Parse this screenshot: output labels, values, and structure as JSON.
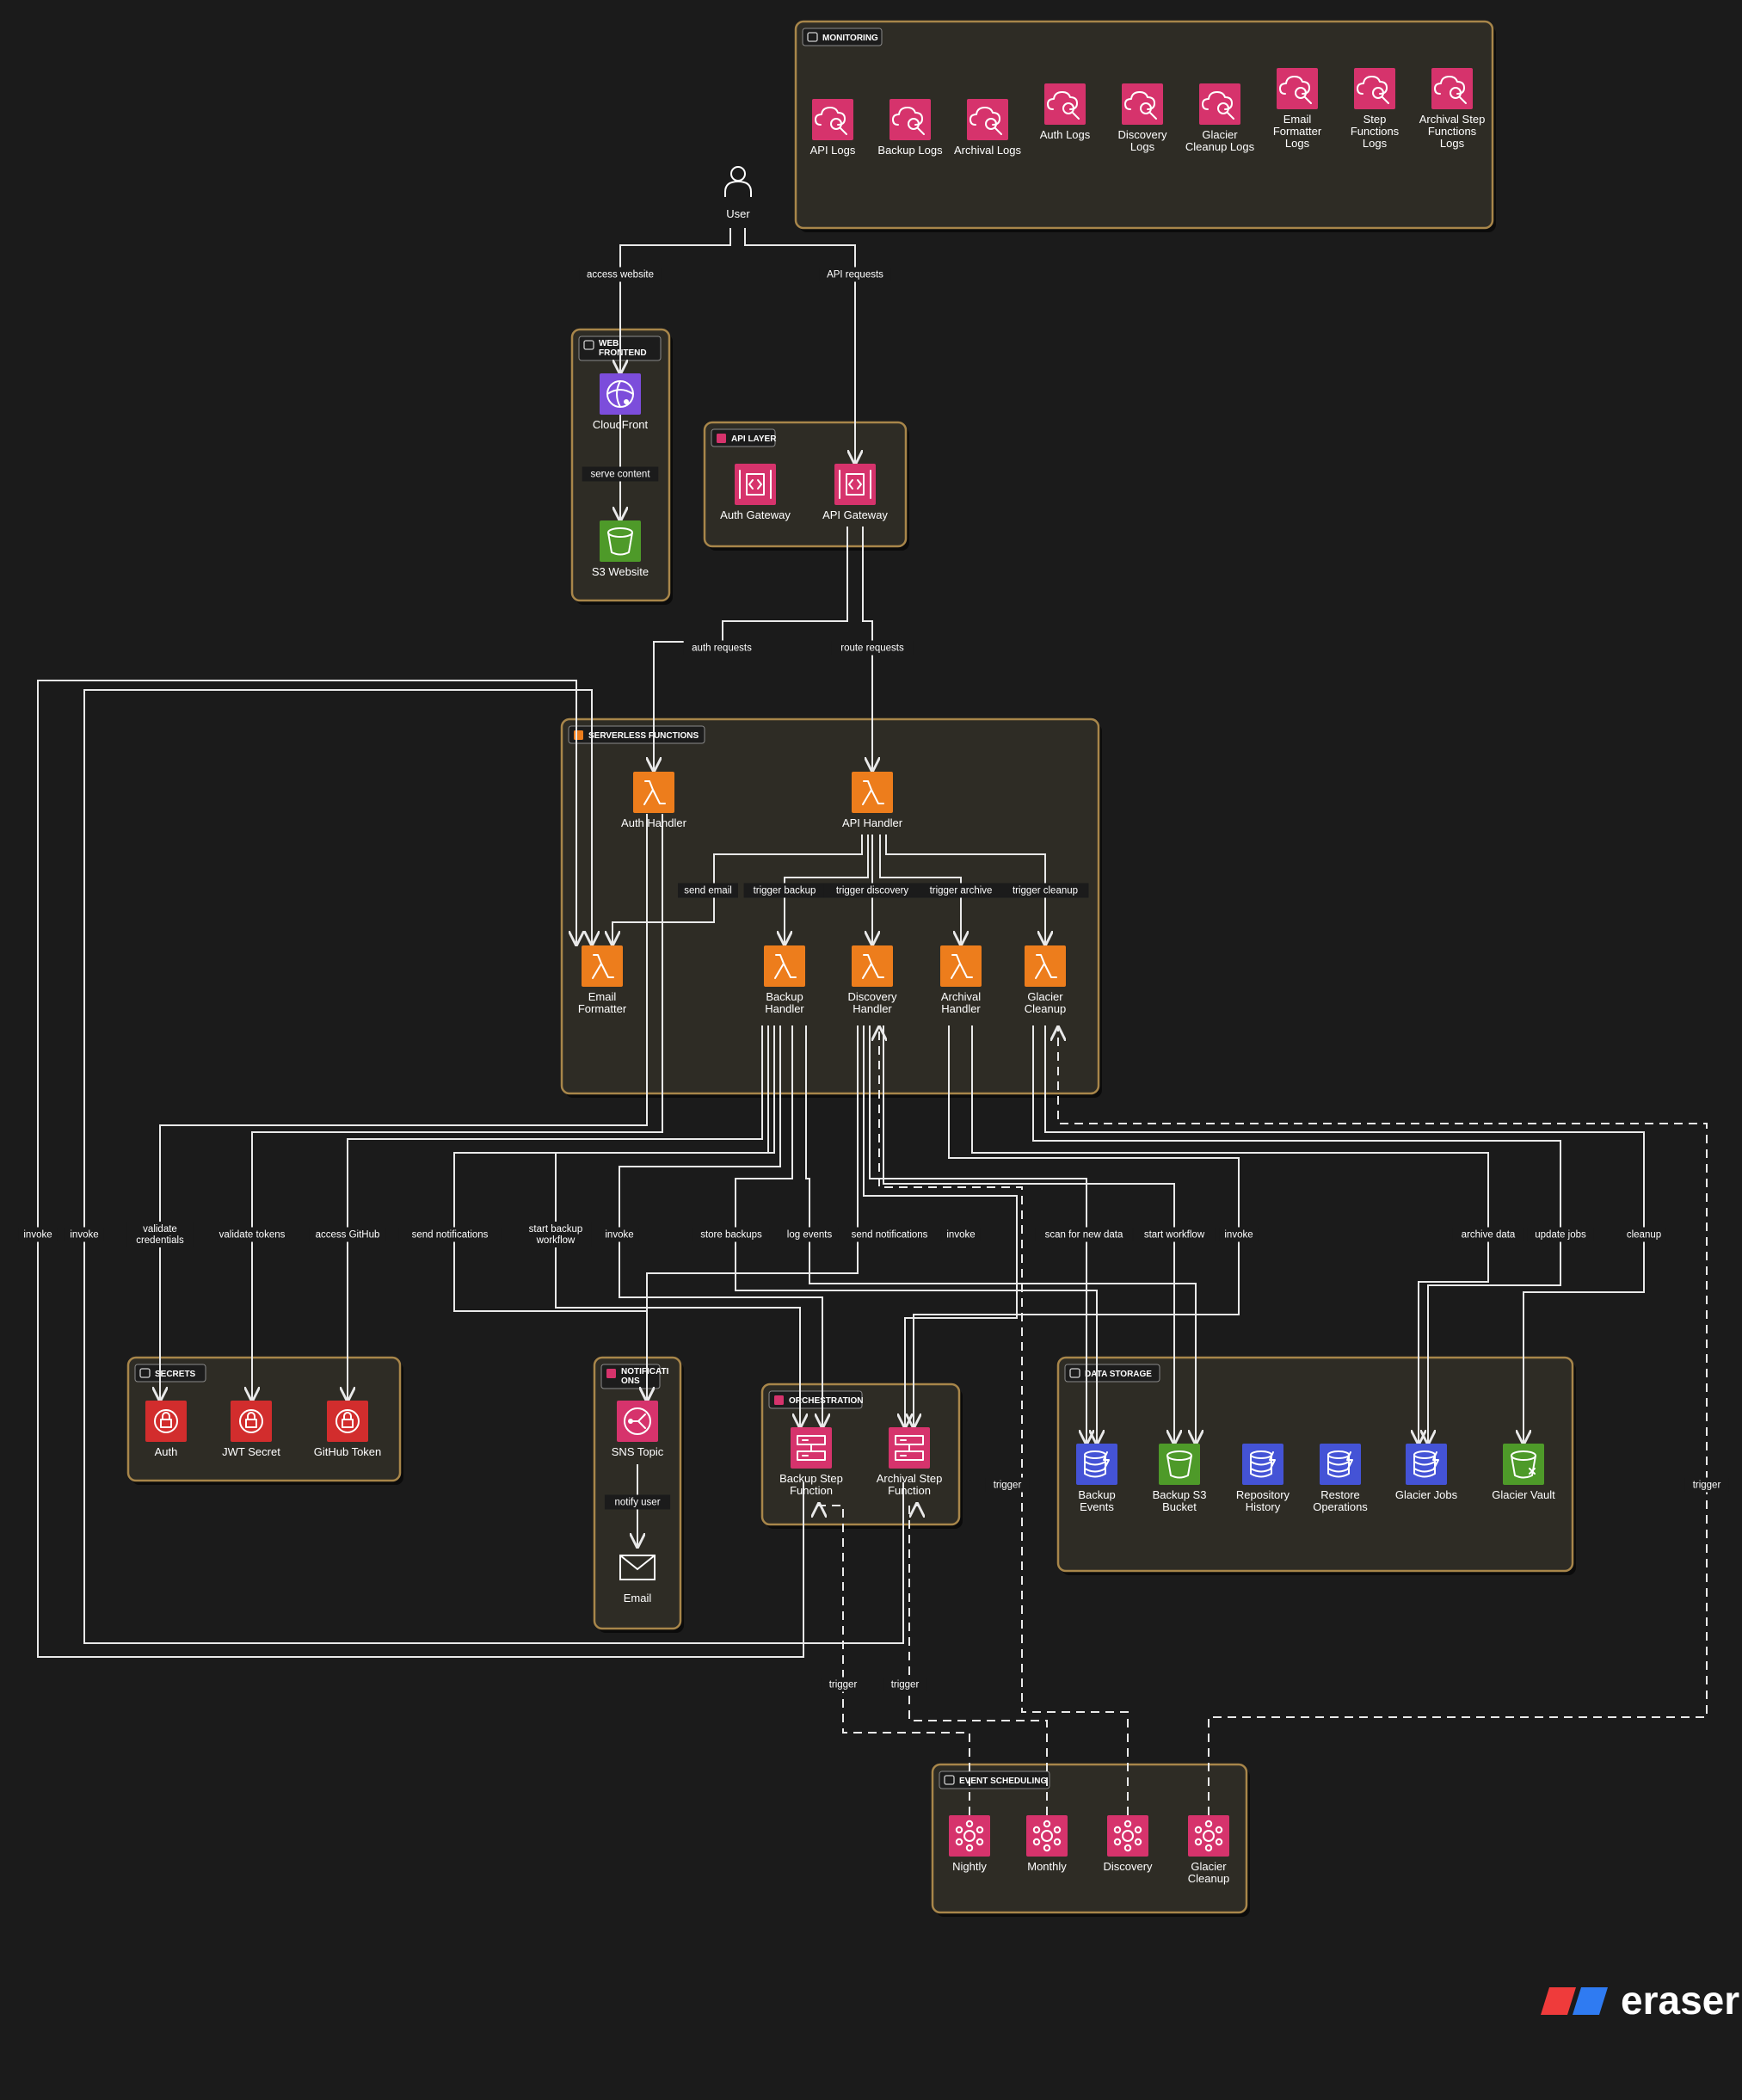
{
  "colors": {
    "background": "#1b1b1b",
    "group_fill": "#2e2c25",
    "group_border": "#a8864a",
    "edge": "#e9e9e9",
    "lambda": "#ed7d1c",
    "logs": "#d6336c",
    "eventbridge": "#d6336c",
    "secrets": "#d22d2d",
    "s3": "#4e9a29",
    "dynamodb": "#4453d6",
    "cloudfront": "#7c4ddb",
    "brand_red": "#ef3b3b",
    "brand_blue": "#2f7bf2"
  },
  "groups": [
    {
      "id": "monitoring",
      "title": "MONITORING",
      "icon": "pulse-icon"
    },
    {
      "id": "web",
      "title": "WEB FRONTEND",
      "icon": "monitor-icon"
    },
    {
      "id": "api",
      "title": "API LAYER",
      "icon": "api-gateway-icon"
    },
    {
      "id": "serverless",
      "title": "SERVERLESS FUNCTIONS",
      "icon": "lambda-icon"
    },
    {
      "id": "secrets",
      "title": "SECRETS",
      "icon": "lock-icon"
    },
    {
      "id": "notifications",
      "title": "NOTIFICATIONS",
      "icon": "sns-icon"
    },
    {
      "id": "orchestration",
      "title": "ORCHESTRATION",
      "icon": "step-functions-icon"
    },
    {
      "id": "storage",
      "title": "DATA STORAGE",
      "icon": "database-icon"
    },
    {
      "id": "events",
      "title": "EVENT SCHEDULING",
      "icon": "clock-icon"
    }
  ],
  "nodes": [
    {
      "id": "api_logs",
      "label": "API Logs",
      "kind": "logs"
    },
    {
      "id": "backup_logs",
      "label": "Backup Logs",
      "kind": "logs"
    },
    {
      "id": "archival_logs",
      "label": "Archival Logs",
      "kind": "logs"
    },
    {
      "id": "auth_logs",
      "label": "Auth Logs",
      "kind": "logs"
    },
    {
      "id": "discovery_logs",
      "label": "Discovery Logs",
      "kind": "logs"
    },
    {
      "id": "glacier_cleanup_logs",
      "label": "Glacier Cleanup Logs",
      "kind": "logs"
    },
    {
      "id": "email_formatter_logs",
      "label": "Email Formatter Logs",
      "kind": "logs"
    },
    {
      "id": "step_functions_logs",
      "label": "Step Functions Logs",
      "kind": "logs"
    },
    {
      "id": "archival_sf_logs",
      "label": "Archival Step Functions Logs",
      "kind": "logs"
    },
    {
      "id": "user",
      "label": "User",
      "kind": "user"
    },
    {
      "id": "cloudfront",
      "label": "CloudFront",
      "kind": "cloudfront"
    },
    {
      "id": "s3_website",
      "label": "S3 Website",
      "kind": "s3"
    },
    {
      "id": "auth_gateway",
      "label": "Auth Gateway",
      "kind": "apigw"
    },
    {
      "id": "api_gateway",
      "label": "API Gateway",
      "kind": "apigw"
    },
    {
      "id": "auth_handler",
      "label": "Auth Handler",
      "kind": "lambda"
    },
    {
      "id": "api_handler",
      "label": "API Handler",
      "kind": "lambda"
    },
    {
      "id": "email_formatter",
      "label": "Email Formatter",
      "kind": "lambda"
    },
    {
      "id": "backup_handler",
      "label": "Backup Handler",
      "kind": "lambda"
    },
    {
      "id": "discovery_handler",
      "label": "Discovery Handler",
      "kind": "lambda"
    },
    {
      "id": "archival_handler",
      "label": "Archival Handler",
      "kind": "lambda"
    },
    {
      "id": "glacier_cleanup",
      "label": "Glacier Cleanup",
      "kind": "lambda"
    },
    {
      "id": "auth_secret",
      "label": "Auth",
      "kind": "secret"
    },
    {
      "id": "jwt_secret",
      "label": "JWT Secret",
      "kind": "secret"
    },
    {
      "id": "github_token",
      "label": "GitHub Token",
      "kind": "secret"
    },
    {
      "id": "sns_topic",
      "label": "SNS Topic",
      "kind": "sns"
    },
    {
      "id": "email",
      "label": "Email",
      "kind": "email"
    },
    {
      "id": "backup_sf",
      "label": "Backup Step Function",
      "kind": "stepfn"
    },
    {
      "id": "archival_sf",
      "label": "Archival Step Function",
      "kind": "stepfn"
    },
    {
      "id": "backup_events",
      "label": "Backup Events",
      "kind": "dynamodb"
    },
    {
      "id": "backup_s3",
      "label": "Backup S3 Bucket",
      "kind": "s3"
    },
    {
      "id": "repo_history",
      "label": "Repository History",
      "kind": "dynamodb"
    },
    {
      "id": "restore_ops",
      "label": "Restore Operations",
      "kind": "dynamodb"
    },
    {
      "id": "glacier_jobs",
      "label": "Glacier Jobs",
      "kind": "dynamodb"
    },
    {
      "id": "glacier_vault",
      "label": "Glacier Vault",
      "kind": "glacier"
    },
    {
      "id": "nightly",
      "label": "Nightly",
      "kind": "eventbridge"
    },
    {
      "id": "monthly",
      "label": "Monthly",
      "kind": "eventbridge"
    },
    {
      "id": "discovery_evt",
      "label": "Discovery",
      "kind": "eventbridge"
    },
    {
      "id": "glacier_cleanup_evt",
      "label": "Glacier Cleanup",
      "kind": "eventbridge"
    }
  ],
  "edge_labels": {
    "access_website": "access website",
    "api_requests": "API requests",
    "serve_content": "serve content",
    "auth_requests": "auth requests",
    "route_requests": "route requests",
    "send_email": "send email",
    "trigger_backup": "trigger backup",
    "trigger_discovery": "trigger discovery",
    "trigger_archive": "trigger archive",
    "trigger_cleanup": "trigger cleanup",
    "invoke_1": "invoke",
    "invoke_2": "invoke",
    "validate_credentials": "validate credentials",
    "validate_tokens": "validate tokens",
    "access_github": "access GitHub",
    "send_notifications_1": "send notifications",
    "start_backup_workflow": "start backup workflow",
    "invoke_3": "invoke",
    "store_backups": "store backups",
    "log_events": "log events",
    "send_notifications_2": "send notifications",
    "invoke_4": "invoke",
    "scan_for_new_data": "scan for new data",
    "start_workflow": "start workflow",
    "invoke_5": "invoke",
    "archive_data": "archive data",
    "update_jobs": "update jobs",
    "cleanup": "cleanup",
    "notify_user": "notify user",
    "trigger_1": "trigger",
    "trigger_2": "trigger",
    "trigger_3": "trigger",
    "trigger_4": "trigger"
  },
  "brand": {
    "name": "eraser"
  }
}
